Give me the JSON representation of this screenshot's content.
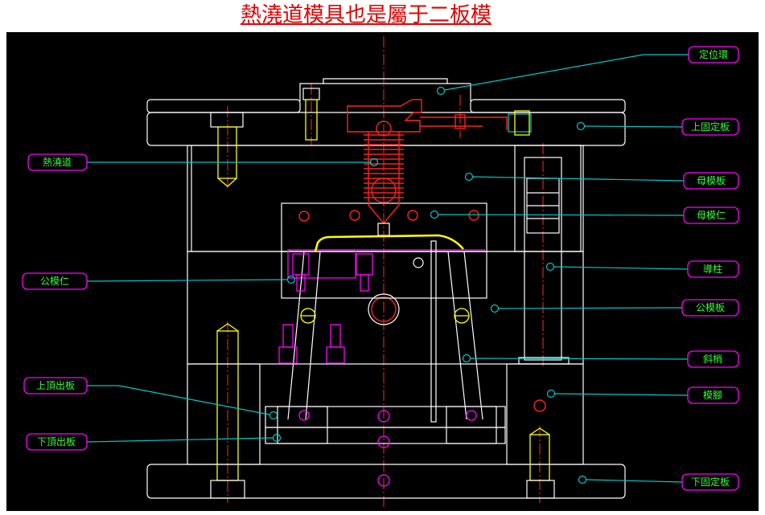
{
  "title": "熱澆道模具也是屬于二板模",
  "labels": {
    "locating_ring": "定位環",
    "top_clamp_plate": "上固定板",
    "hot_runner": "熱澆道",
    "cavity_plate": "母模板",
    "cavity_insert": "母模仁",
    "guide_pillar": "導柱",
    "core_insert": "公模仁",
    "core_plate": "公模板",
    "lifter": "斜梢",
    "support_block": "模腳",
    "upper_ejector_plate": "上頂出板",
    "lower_ejector_plate": "下頂出板",
    "bottom_clamp_plate": "下固定板"
  },
  "colors": {
    "page_bg": "#ffffff",
    "title": "#e60000",
    "drawing_bg": "#000000",
    "outline": "#ffffff",
    "centerline": "#ff2a2a",
    "hot_runner": "#ff2020",
    "screw": "#ffff00",
    "pin": "#ff00ff",
    "leader": "#00c8c8",
    "label_border": "#ff00ff",
    "label_text": "#33ff33"
  }
}
